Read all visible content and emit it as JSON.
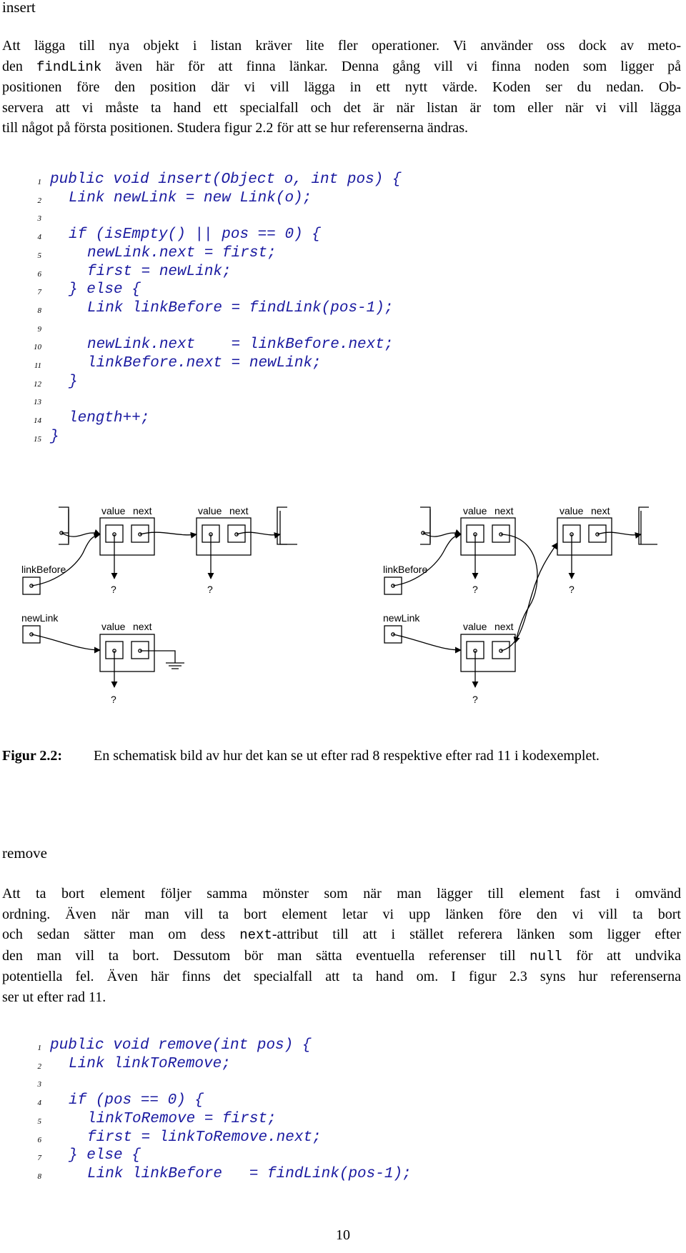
{
  "section_insert": {
    "heading": "insert",
    "para_lines": [
      "Att lägga till nya objekt i listan kräver lite fler operationer. Vi använder oss dock av meto-",
      [
        "den ",
        "findLink",
        " även här för att finna länkar. Denna gång vill vi finna noden som ligger på"
      ],
      "positionen före den position där vi vill lägga in ett nytt värde. Koden ser du nedan. Ob-",
      "servera att vi måste ta hand ett specialfall och det är när listan är tom eller när vi vill lägga",
      "till något på första positionen. Studera figur 2.2 för att se hur referenserna ändras."
    ]
  },
  "code_insert": [
    {
      "n": "1",
      "text": "public void insert(Object o, int pos) {",
      "indent": 0
    },
    {
      "n": "2",
      "text": "Link newLink = new Link(o);",
      "indent": 1
    },
    {
      "n": "3",
      "text": "",
      "indent": 0
    },
    {
      "n": "4",
      "pre": "if (isEmpty() ",
      "bar": "||",
      "post": " pos == 0) {",
      "indent": 1
    },
    {
      "n": "5",
      "text": "newLink.next = first;",
      "indent": 2
    },
    {
      "n": "6",
      "text": "first = newLink;",
      "indent": 2
    },
    {
      "n": "7",
      "text": "} else {",
      "indent": 1
    },
    {
      "n": "8",
      "text": "Link linkBefore = findLink(pos-1);",
      "indent": 2
    },
    {
      "n": "9",
      "text": "",
      "indent": 0
    },
    {
      "n": "10",
      "text": "newLink.next    = linkBefore.next;",
      "indent": 2
    },
    {
      "n": "11",
      "text": "linkBefore.next = newLink;",
      "indent": 2
    },
    {
      "n": "12",
      "text": "}",
      "indent": 1
    },
    {
      "n": "13",
      "text": "",
      "indent": 0
    },
    {
      "n": "14",
      "text": "length++;",
      "indent": 1
    },
    {
      "n": "15",
      "text": "}",
      "indent": 0
    }
  ],
  "figure": {
    "value_label": "value",
    "next_label": "next",
    "link_before_label": "linkBefore",
    "new_link_label": "newLink",
    "unknown_label": "?"
  },
  "caption": {
    "label": "Figur 2.2:",
    "text": "En schematisk bild av hur det kan se ut efter rad 8 respektive efter rad 11 i kodexemplet."
  },
  "section_remove": {
    "heading": "remove",
    "para_lines": [
      "Att ta bort element följer samma mönster som när man lägger till element fast i omvänd",
      "ordning. Även när man vill ta bort element letar vi upp länken före den vi vill ta bort",
      [
        "och sedan sätter man om dess ",
        "next",
        "-attribut till att i stället referera länken som ligger efter"
      ],
      [
        "den man vill ta bort. Dessutom bör man sätta eventuella referenser till ",
        "null",
        " för att undvika"
      ],
      "potentiella fel. Även här finns det specialfall att ta hand om. I figur 2.3 syns hur referenserna",
      "ser ut efter rad 11."
    ]
  },
  "code_remove": [
    {
      "n": "1",
      "text": "public void remove(int pos) {",
      "indent": 0
    },
    {
      "n": "2",
      "text": "Link linkToRemove;",
      "indent": 1
    },
    {
      "n": "3",
      "text": "",
      "indent": 0
    },
    {
      "n": "4",
      "text": "if (pos == 0) {",
      "indent": 1
    },
    {
      "n": "5",
      "text": "linkToRemove = first;",
      "indent": 2
    },
    {
      "n": "6",
      "text": "first = linkToRemove.next;",
      "indent": 2
    },
    {
      "n": "7",
      "text": "} else {",
      "indent": 1
    },
    {
      "n": "8",
      "text": "Link linkBefore   = findLink(pos-1);",
      "indent": 2
    }
  ],
  "page_number": "10"
}
